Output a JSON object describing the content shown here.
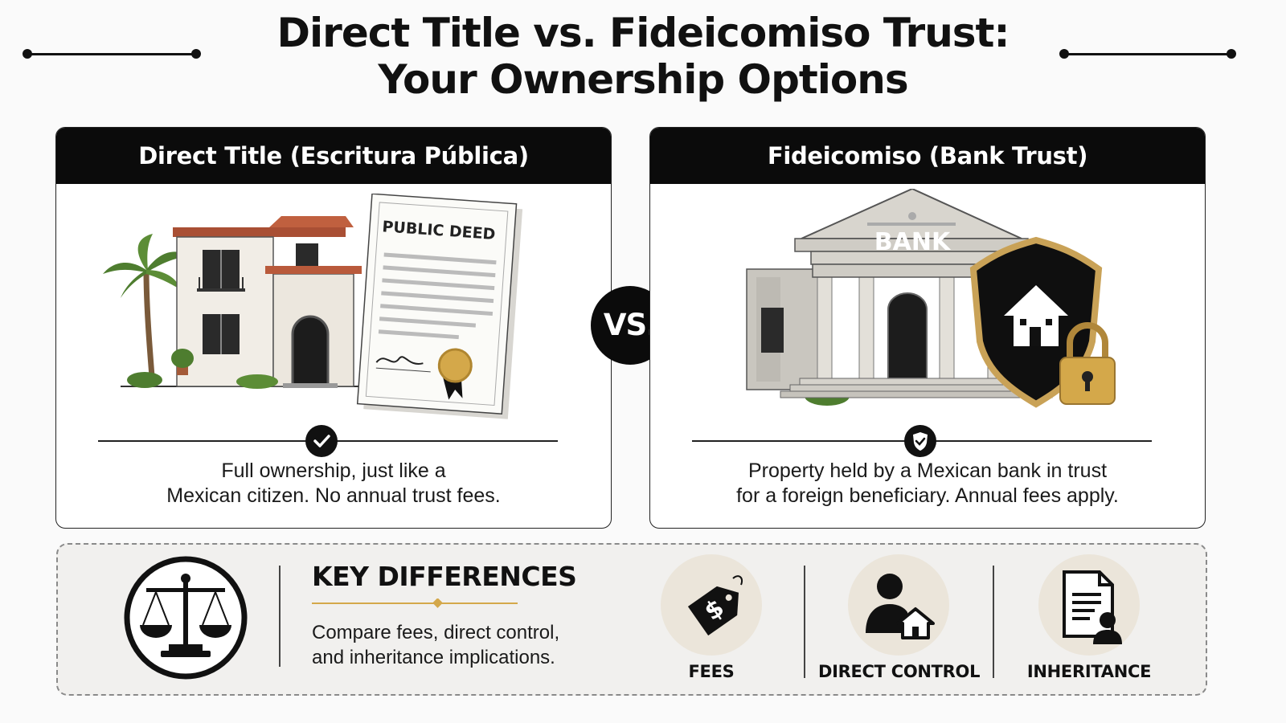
{
  "title": {
    "line1": "Direct Title vs. Fideicomiso Trust:",
    "line2": "Your Ownership Options"
  },
  "left_card": {
    "header": "Direct Title (Escritura Pública)",
    "deed_label": "PUBLIC DEED",
    "badge_icon": "checkmark-icon",
    "text_line1": "Full ownership, just like a",
    "text_line2": "Mexican citizen. No annual trust fees."
  },
  "vs_label": "VS.",
  "right_card": {
    "header": "Fideicomiso (Bank Trust)",
    "bank_label": "BANK",
    "badge_icon": "shield-check-icon",
    "text_line1": "Property held by a Mexican bank in trust",
    "text_line2": "for a foreign beneficiary. Annual fees apply."
  },
  "key_differences": {
    "icon": "scales-of-justice-icon",
    "title": "KEY DIFFERENCES",
    "text_line1": "Compare fees, direct control,",
    "text_line2": "and inheritance implications.",
    "items": [
      {
        "label": "FEES",
        "icon": "price-tag-dollar-icon"
      },
      {
        "label": "DIRECT CONTROL",
        "icon": "person-house-icon"
      },
      {
        "label": "INHERITANCE",
        "icon": "document-person-icon"
      }
    ]
  },
  "colors": {
    "header_bg": "#0b0b0b",
    "accent_gold": "#d4a84a",
    "panel_bg": "#f1f0ee",
    "icon_circle_bg": "#ebe5da"
  }
}
